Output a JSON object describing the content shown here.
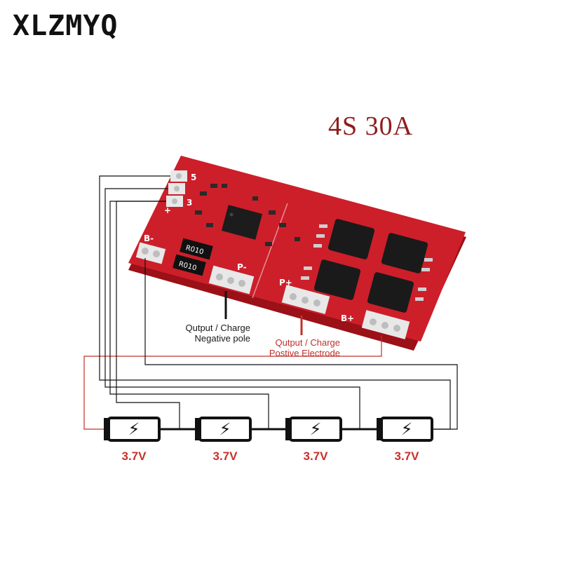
{
  "brand": "XLZMYQ",
  "model": "4S  30A",
  "resistors": [
    "R010",
    "R010"
  ],
  "pads": {
    "b_minus": "B-",
    "p_minus": "P-",
    "p_plus": "P+",
    "b_plus": "B+",
    "balance": [
      "5",
      "3",
      "+"
    ]
  },
  "notes": {
    "negative": [
      "Qutput / Charge",
      "Negative pole"
    ],
    "positive": [
      "Qutput / Charge",
      "Postive Electrode"
    ]
  },
  "cells": [
    {
      "voltage": "3.7V",
      "icon": "lightning-bolt-icon"
    },
    {
      "voltage": "3.7V",
      "icon": "lightning-bolt-icon"
    },
    {
      "voltage": "3.7V",
      "icon": "lightning-bolt-icon"
    },
    {
      "voltage": "3.7V",
      "icon": "lightning-bolt-icon"
    }
  ],
  "colors": {
    "pcb": "#cc1f2a",
    "pcb_dark": "#9c1018",
    "wire": "#111111",
    "wire_positive": "#c0302a",
    "label_red": "#c8302a",
    "model_text": "#8e1e1e"
  }
}
